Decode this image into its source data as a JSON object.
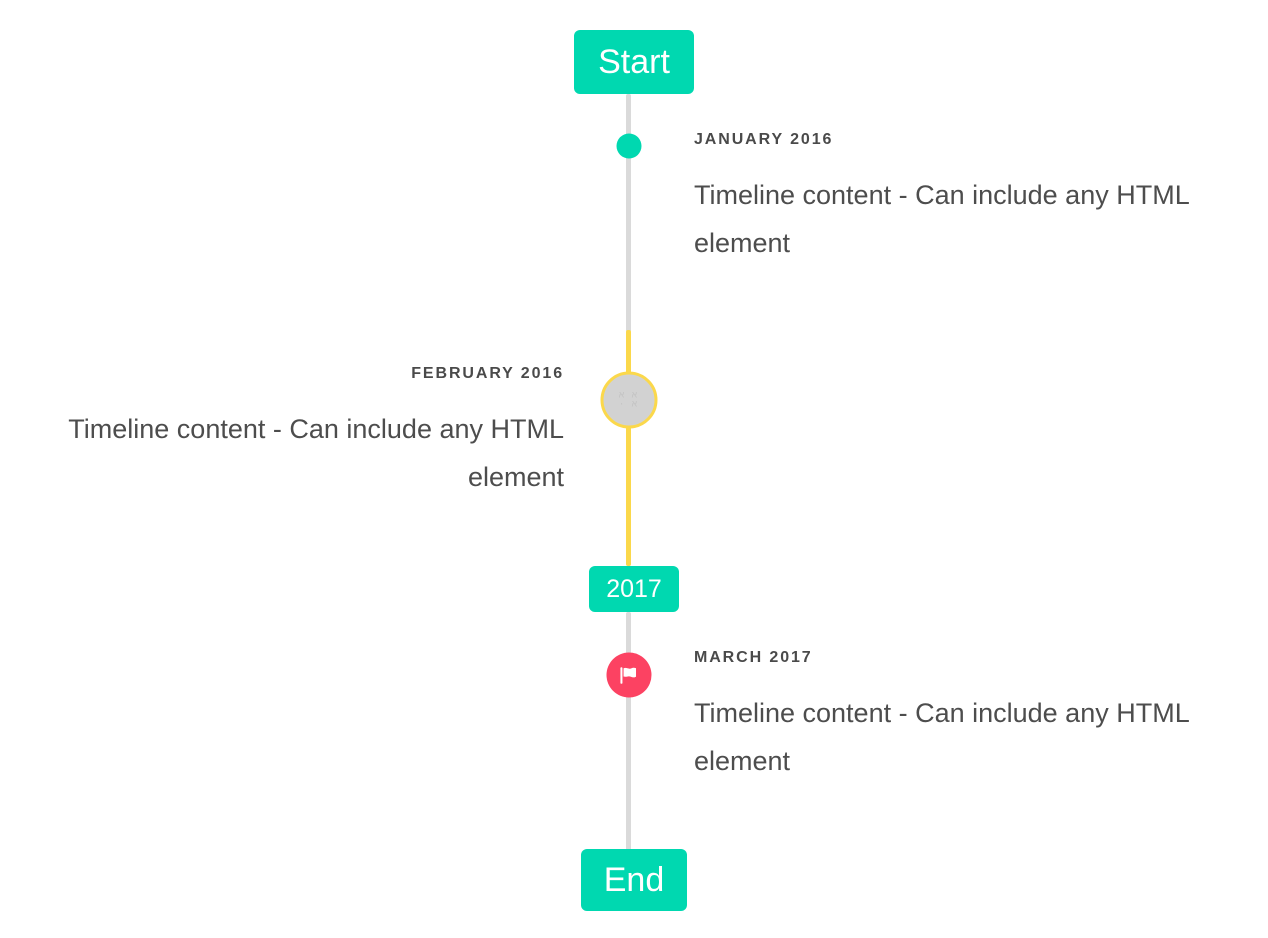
{
  "timeline": {
    "start_cap": {
      "label": "Start",
      "color": "#00d8b0"
    },
    "mid_cap": {
      "label": "2017",
      "color": "#00d8b0"
    },
    "end_cap": {
      "label": "End",
      "color": "#00d8b0"
    },
    "line_colors": {
      "default": "#dadada",
      "highlight": "#fbd84b"
    },
    "entries": [
      {
        "date": "JANUARY 2016",
        "body": "Timeline content - Can include any HTML element",
        "side": "right",
        "marker": {
          "icon": "dot-icon",
          "color": "#00d8b0",
          "style": "filled-dot"
        }
      },
      {
        "date": "FEBRUARY 2016",
        "body": "Timeline content - Can include any HTML element",
        "side": "left",
        "marker": {
          "icon": "missing-glyph-icon",
          "color": "#d2d2d2",
          "border_color": "#fbd84b",
          "style": "ring",
          "glyph_top": "א א",
          "glyph_bottom": "· א"
        }
      },
      {
        "date": "MARCH 2017",
        "body": "Timeline content - Can include any HTML element",
        "side": "right",
        "marker": {
          "icon": "flag-icon",
          "color": "#fc4262",
          "style": "filled-icon"
        }
      }
    ]
  }
}
